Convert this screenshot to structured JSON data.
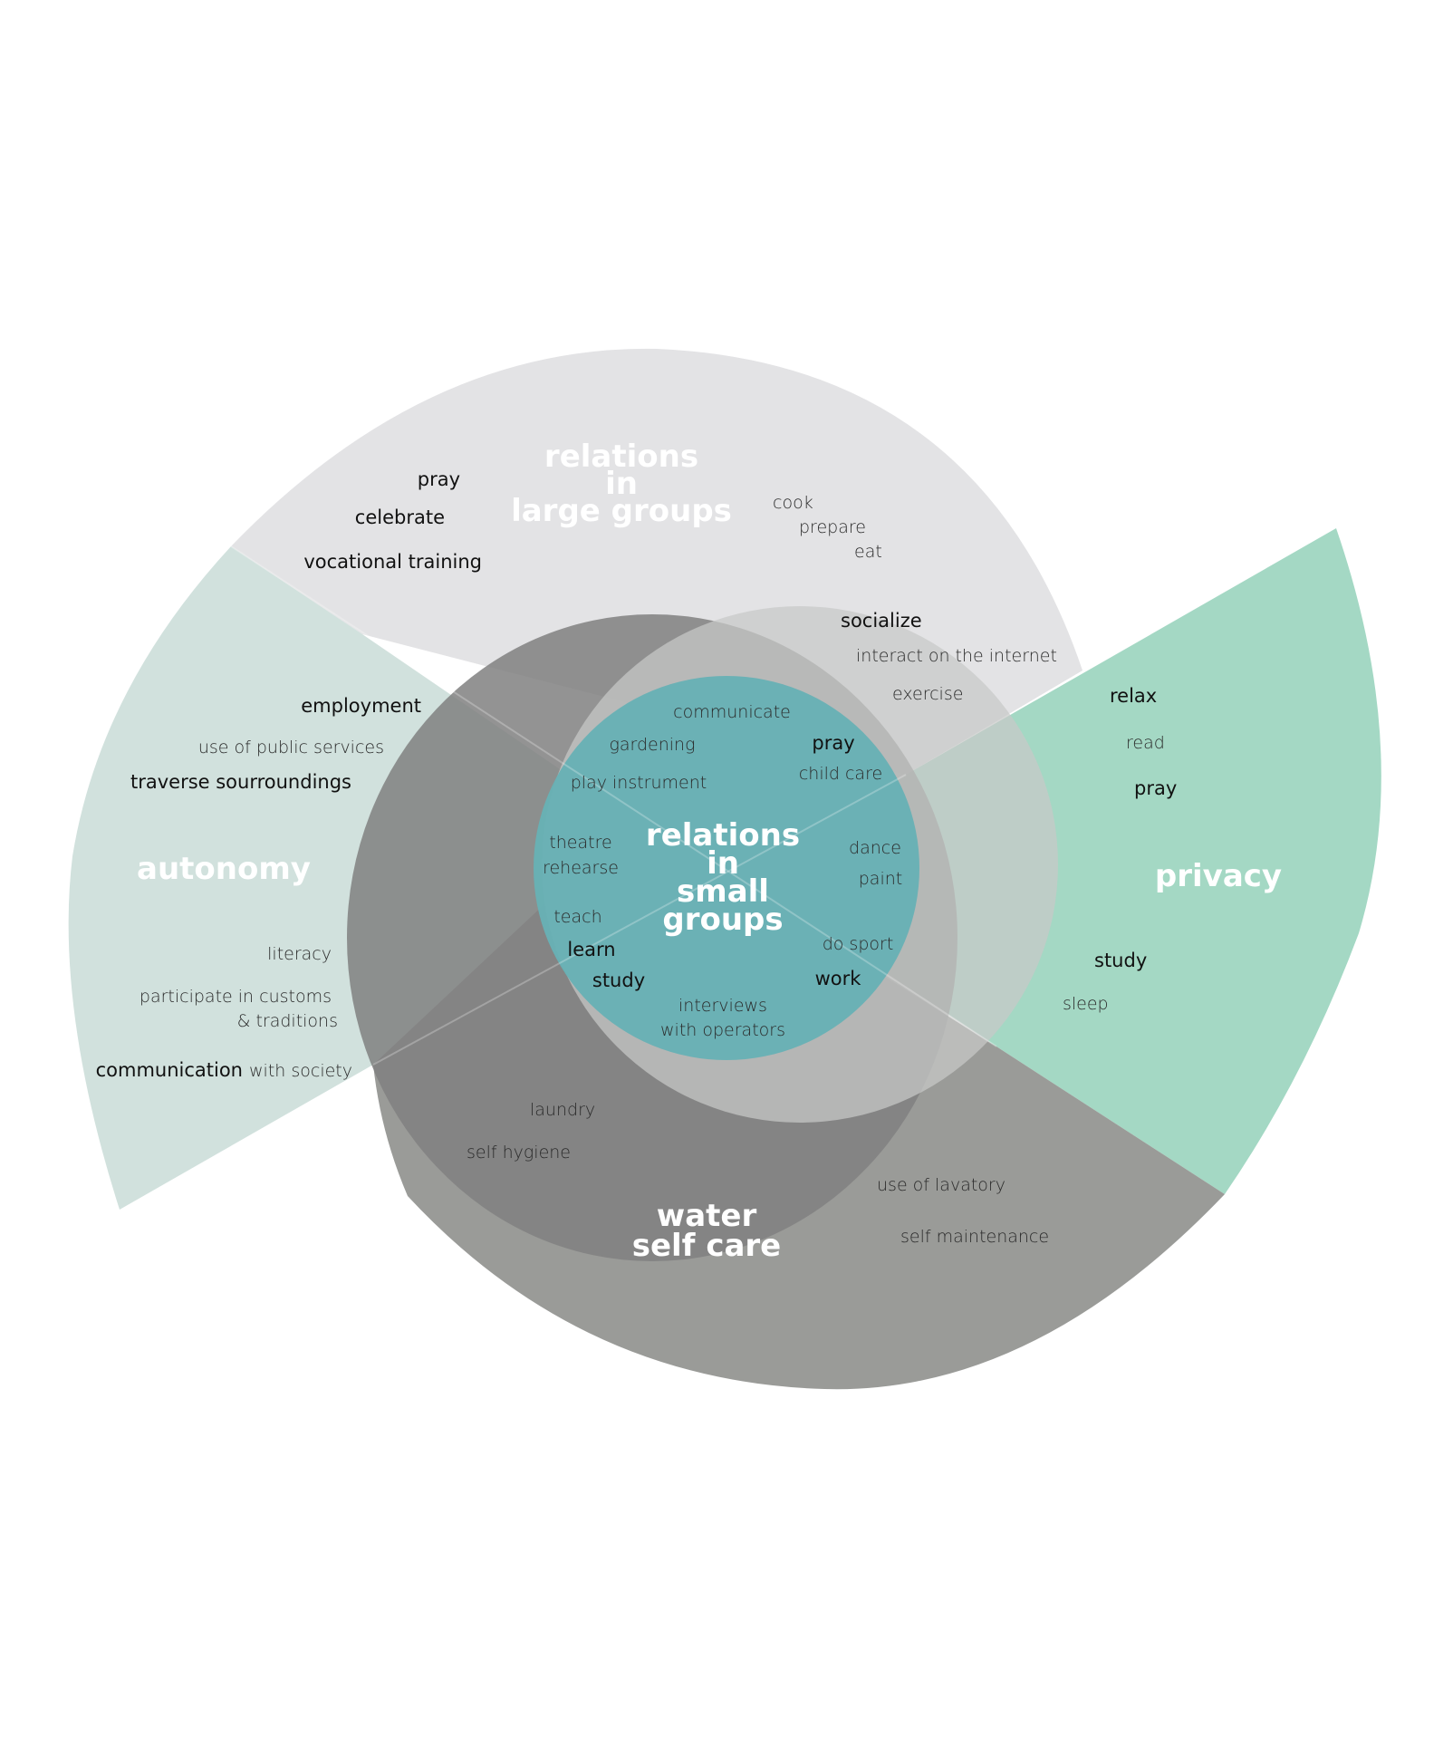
{
  "colors": {
    "background": "#ffffff",
    "large_groups": "#e3e3e5",
    "autonomy": "#d1e1dd",
    "privacy": "#a4d8c4",
    "water_self_care": "#9a9b98",
    "inner_overlap": "#c7c9c8",
    "small_groups": "#68b1b5",
    "area_title": "#ffffff",
    "activity_text": "#2a2a2a"
  },
  "areas": {
    "large_groups": {
      "title_lines": [
        "relations",
        "in",
        "large groups"
      ]
    },
    "autonomy": {
      "title": "autonomy"
    },
    "privacy": {
      "title": "privacy"
    },
    "water_self_care": {
      "title_lines": [
        "water",
        "self care"
      ]
    },
    "small_groups": {
      "title_lines": [
        "relations",
        "in",
        "small",
        "groups"
      ]
    }
  },
  "activities": {
    "large_groups": [
      "pray",
      "celebrate",
      "vocational training",
      "cook",
      "prepare",
      "eat",
      "socialize",
      "interact on the internet",
      "exercise"
    ],
    "autonomy": [
      "employment",
      "use of public services",
      "traverse sourroundings",
      "literacy",
      "participate in customs",
      "& traditions",
      "communication",
      "with society"
    ],
    "privacy": [
      "relax",
      "read",
      "pray",
      "study",
      "sleep"
    ],
    "water_self_care": [
      "laundry",
      "self hygiene",
      "use of lavatory",
      "self maintenance"
    ],
    "small_groups": [
      "communicate",
      "gardening",
      "pray",
      "play instrument",
      "child care",
      "theatre",
      "rehearse",
      "dance",
      "paint",
      "teach",
      "learn",
      "do sport",
      "study",
      "work",
      "interviews",
      "with operators"
    ]
  }
}
